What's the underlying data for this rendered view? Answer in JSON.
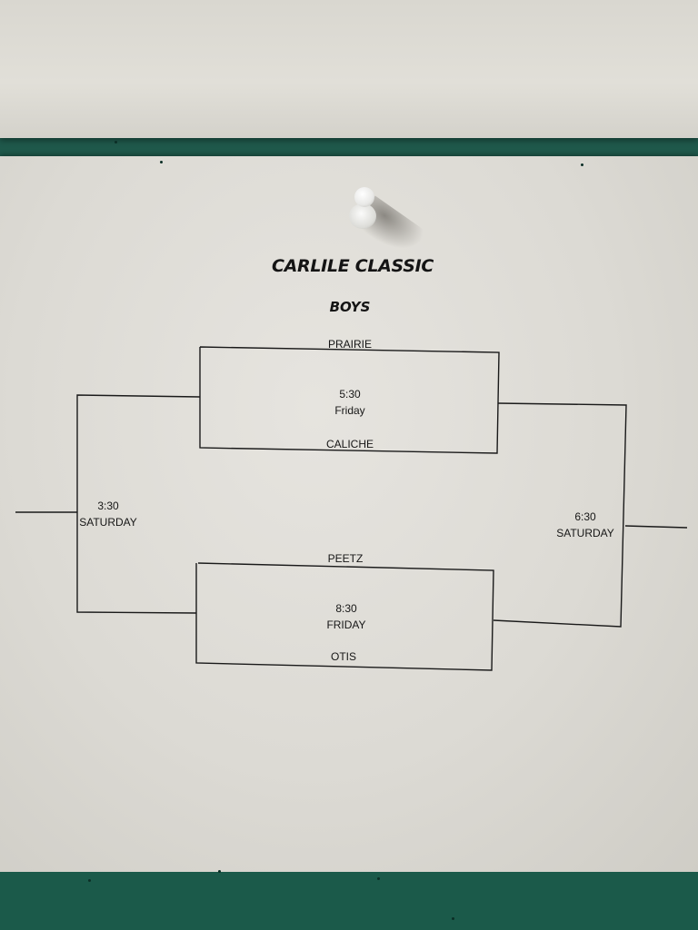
{
  "title": "CARLILE CLASSIC",
  "division": "BOYS",
  "game1": {
    "team_top": "PRAIRIE",
    "team_bottom": "CALICHE",
    "time": "5:30",
    "day": "Friday"
  },
  "game2": {
    "team_top": "PEETZ",
    "team_bottom": "OTIS",
    "time": "8:30",
    "day": "FRIDAY"
  },
  "consolation": {
    "time": "3:30",
    "day": "SATURDAY"
  },
  "championship": {
    "time": "6:30",
    "day": "SATURDAY"
  },
  "colors": {
    "paper": "#e2e0da",
    "board_green": "#1f5a4c",
    "ink": "#161616"
  },
  "icons": [
    "push-pin-icon"
  ]
}
